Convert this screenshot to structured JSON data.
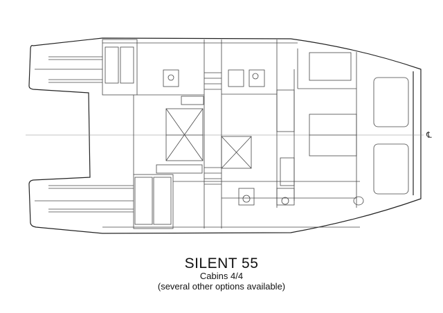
{
  "model": {
    "title": "SILENT 55",
    "subtitle": "Cabins 4/4",
    "note": "(several other options available)"
  },
  "drawing": {
    "centerline_symbol": "℄",
    "line_color": "#333333"
  }
}
